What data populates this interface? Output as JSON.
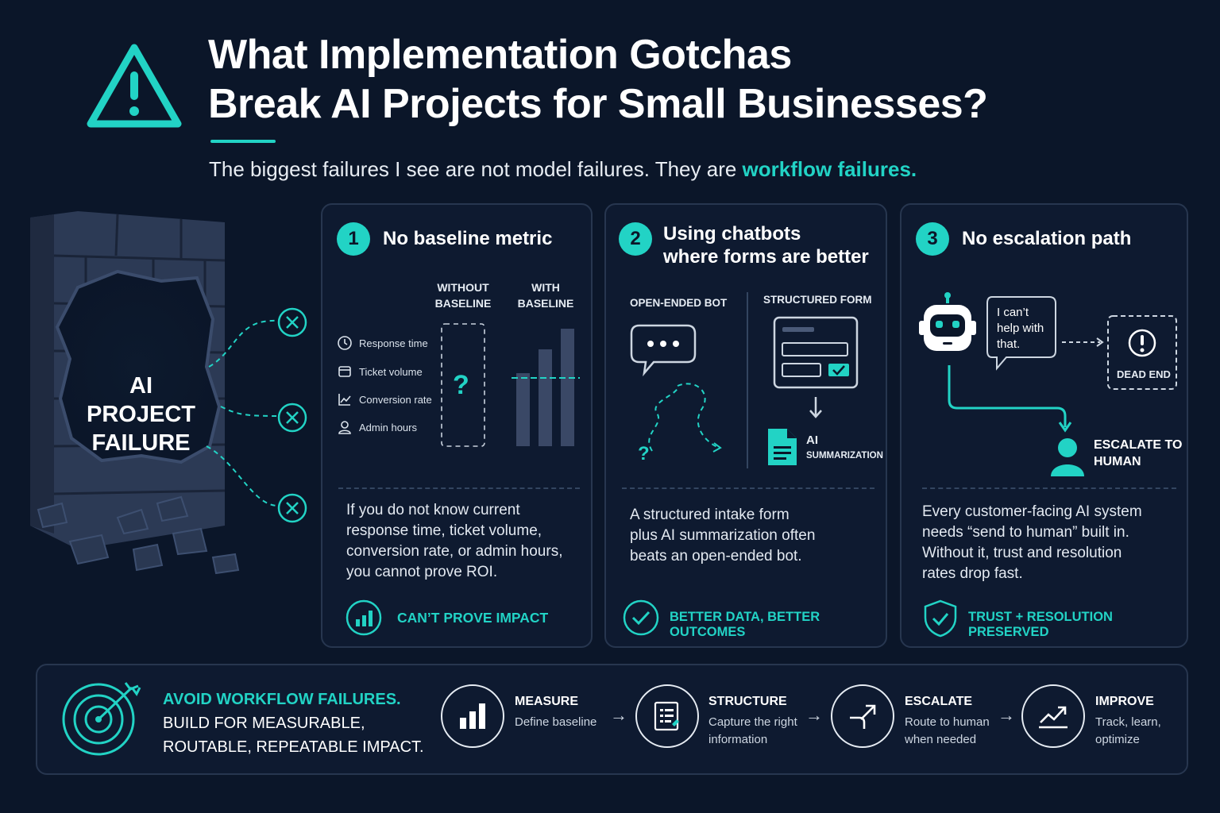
{
  "header": {
    "title_line1": "What Implementation Gotchas",
    "title_line2": "Break AI Projects for Small Businesses?",
    "subtitle_plain": "The biggest failures I see are not model failures. They are ",
    "subtitle_highlight": "workflow failures."
  },
  "wall": {
    "label_line1": "AI PROJECT",
    "label_line2": "FAILURE"
  },
  "card1": {
    "number": "1",
    "title": "No baseline metric",
    "col_without_l1": "WITHOUT",
    "col_without_l2": "BASELINE",
    "col_with_l1": "WITH",
    "col_with_l2": "BASELINE",
    "question_mark": "?",
    "metrics": [
      "Response time",
      "Ticket volume",
      "Conversion rate",
      "Admin hours"
    ],
    "body": [
      "If you do not know current",
      "response time, ticket volume,",
      "conversion rate, or admin hours,",
      "you cannot prove ROI."
    ],
    "footer": "CAN’T PROVE IMPACT"
  },
  "card2": {
    "number": "2",
    "title_line1": "Using chatbots",
    "title_line2": "where forms are better",
    "open_bot_label": "OPEN-ENDED BOT",
    "structured_form_label": "STRUCTURED FORM",
    "question_mark": "?",
    "ai_label": "AI",
    "summarization_label": "SUMMARIZATION",
    "body": [
      "A structured intake form",
      "plus AI summarization often",
      "beats an open-ended bot."
    ],
    "footer": "BETTER DATA, BETTER OUTCOMES"
  },
  "card3": {
    "number": "3",
    "title": "No escalation path",
    "bubble": [
      "I can’t",
      "help with",
      "that."
    ],
    "dead_end": "DEAD END",
    "escalate_l1": "ESCALATE TO",
    "escalate_l2": "HUMAN",
    "body": [
      "Every customer-facing AI system",
      "needs “send to human” built in.",
      "Without it, trust and resolution",
      "rates drop fast."
    ],
    "footer": "TRUST + RESOLUTION PRESERVED"
  },
  "bottom": {
    "headline_l1": "AVOID WORKFLOW FAILURES.",
    "headline_l2": "BUILD FOR MEASURABLE,",
    "headline_l3": "ROUTABLE, REPEATABLE IMPACT.",
    "steps": [
      {
        "title": "MEASURE",
        "desc1": "Define baseline",
        "desc2": "",
        "icon": "bar-chart-icon"
      },
      {
        "title": "STRUCTURE",
        "desc1": "Capture the right",
        "desc2": "information",
        "icon": "form-icon"
      },
      {
        "title": "ESCALATE",
        "desc1": "Route to human",
        "desc2": "when needed",
        "icon": "route-icon"
      },
      {
        "title": "IMPROVE",
        "desc1": "Track, learn,",
        "desc2": "optimize",
        "icon": "trend-up-icon"
      }
    ]
  },
  "colors": {
    "background": "#0b1629",
    "accent": "#22d3c5",
    "card_border": "#27364f"
  }
}
